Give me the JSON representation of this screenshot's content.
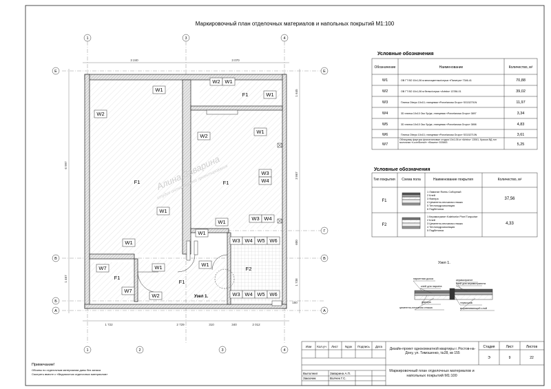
{
  "title": "Маркировочный план отделочных материалов и напольных покрытий М1:100",
  "watermark": {
    "line1": "Алина Заварина",
    "line2": "студия интерьерного проектирования"
  },
  "axes": {
    "vertical": [
      "1",
      "3",
      "4",
      "1",
      "2",
      "3",
      "4"
    ],
    "horizontal": [
      "Е",
      "В",
      "Б",
      "А",
      "Г"
    ]
  },
  "dims_top": [
    "3 240",
    "3 070"
  ],
  "dims_bottom": [
    "1 722",
    "2 729",
    "310",
    "340",
    "2 012",
    "150"
  ],
  "dims_left": [
    "6 997",
    "1 467"
  ],
  "dims_right": [
    "1 645",
    "3 867",
    "600",
    "1 738"
  ],
  "rooms": {
    "big_room": {
      "wall1": "W1",
      "wall2": "W2",
      "floor": "F1",
      "wall3": "W1",
      "wall4": "W1"
    },
    "room_right": {
      "w1a": "W1",
      "w2": "W2",
      "w3": "W3",
      "w4": "W4",
      "floor": "F1",
      "w1b": "W1",
      "w3b": "W3",
      "w4b": "W4"
    },
    "top_small": {
      "w2": "W2",
      "w1a": "W1",
      "w1b": "W1",
      "floor": "F1"
    },
    "hall": {
      "w1a": "W1",
      "w1b": "W1",
      "w2": "W2",
      "floor": "F1",
      "w1c": "W1"
    },
    "bath_left": {
      "w7a": "W7",
      "w7b": "W7",
      "floor": "F1"
    },
    "bath": {
      "top": [
        "W3",
        "W4",
        "W5",
        "W6"
      ],
      "bottom": [
        "W3",
        "W4",
        "W5",
        "W6"
      ],
      "floor": "F2"
    }
  },
  "node_label": "Узел 1.",
  "legend1": {
    "title": "Условные обозначения",
    "headers": [
      "Обозначение",
      "Наименование",
      "Количество, м²"
    ],
    "rows": [
      [
        "W1",
        "ОВ ГТ ВО 10х1,06 м многоцветных/серых «Палитра» 7346-41",
        "70,88"
      ],
      [
        "W2",
        "ОВ ГТ ВО 10х1,06 м белых/серых «Arteks» 13786-01",
        "39,02"
      ],
      [
        "W3",
        "Плитка Obepo 10х10, глянцевая «Porcelanosa Grupo» SG152701N",
        "11,97"
      ],
      [
        "W4",
        "3D плитка 10х10 Око Sp/де, глянцевая «Porcelanosa Grupo» 3897",
        "3,34"
      ],
      [
        "W5",
        "3D плитка 10х10 Око Sp/де, глянцевая «Porcelanosa Grupo» 3898",
        "4,83"
      ],
      [
        "W6",
        "Плитка Obepo 10х10, глянцевая «Porcelanosa Grupo» SG152710N",
        "3,61"
      ],
      [
        "W7",
        "Облицовку фартука флизелиновые стадии 10х1,06 м «Arteks» 13061, Краска ВД тон молочная «Luxe/Бельё» «Вишня» 533663",
        "5,25"
      ]
    ]
  },
  "legend2": {
    "title": "Условные обозначения",
    "headers": [
      "Тип покрытия",
      "Схема пола",
      "Наименование покрытия",
      "Количество, м²"
    ],
    "rows": [
      {
        "type": "F1",
        "layers": [
          "1 Ламинат Ясень Соборный",
          "2 Клей",
          "3 Фанера",
          "4 Цементно-песчаная стяжка",
          "5 Теплогидроизоляция",
          "6 Подбетонка"
        ],
        "qty": "37,56"
      },
      {
        "type": "F2",
        "layers": [
          "1 Керамогранит Kaleborlor Pixel Turquoise",
          "2 Клей",
          "3 Цементно-песчаная стяжка",
          "4 Теплогидроизоляция",
          "5 Подбетонка"
        ],
        "qty": "4,33"
      }
    ]
  },
  "node_detail": {
    "title": "Узел 1.",
    "labels": [
      "паркетная доска",
      "клей для паркета",
      "керамогранит",
      "клей для керамогранита",
      "фанера",
      "цементно-песчаная стяжка",
      "термошов",
      "выравнивающий слой"
    ]
  },
  "note": {
    "title": "Примечание!",
    "line1": "Обоины по отделочным материалам даны без запаса",
    "line2": "Смотреть вместе с «Ведомостью отделочных материалов»"
  },
  "stamp": {
    "cols": [
      "Изм",
      "Кол.уч",
      "Лист",
      "Nдок",
      "Подпись",
      "Дата"
    ],
    "project": "Дизайн-проект однокомнатной квартиры г. Ростов-на-Дону, ул. Тимошенко, №28, кв 155",
    "sheet_title": "Маркировочный план отделочных материалов и напольных покрытий М1:100",
    "stage_h": "Стадия",
    "sheet_h": "Лист",
    "sheets_h": "Листов",
    "stage": "Э",
    "sheet": "9",
    "sheets": "22",
    "role1": "Выполнил",
    "name1": "Заварина А.П.",
    "role2": "Заказчик",
    "name2": "Волчек Г.С."
  }
}
